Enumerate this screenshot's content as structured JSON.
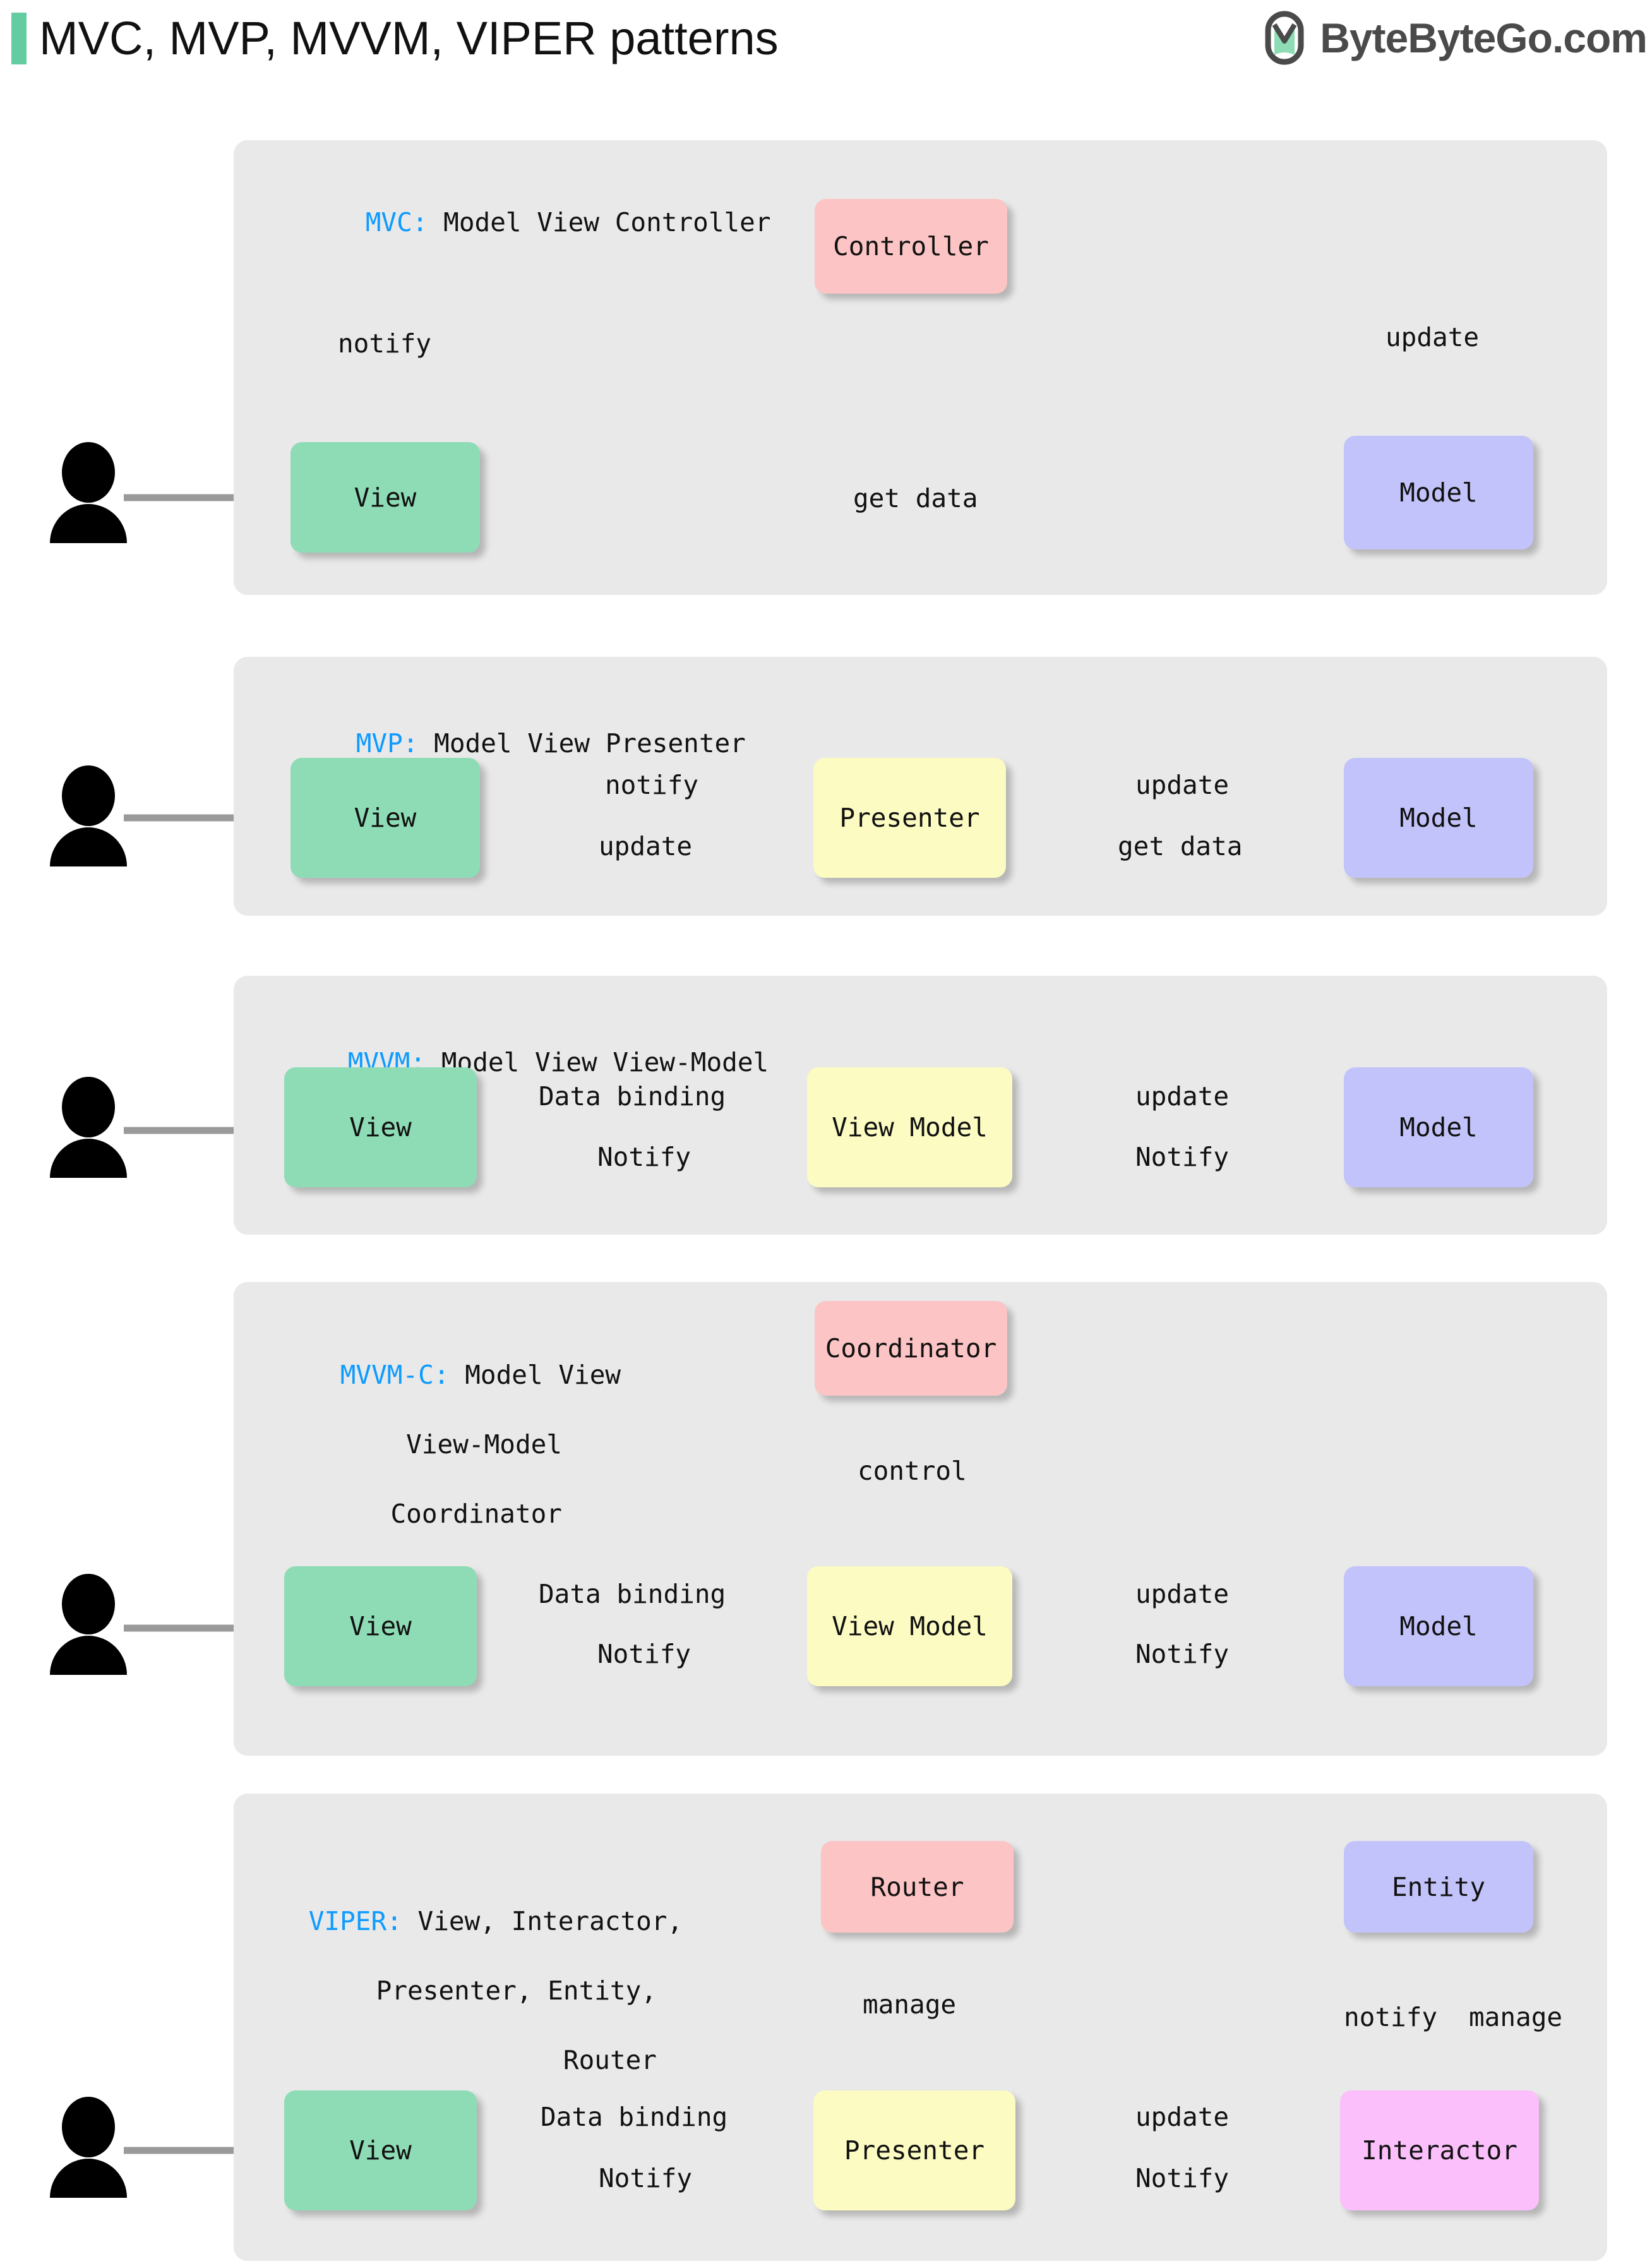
{
  "header": {
    "title": "MVC, MVP, MVVM, VIPER patterns",
    "brand": "ByteByteGo.com",
    "accent_color": "#63CCA0",
    "logo_icon": "bytebytego-logo-icon"
  },
  "colors": {
    "panel_bg": "#E9E9E9",
    "view": "#8EDCB5",
    "model": "#C3C3FB",
    "controller": "#FCC4C4",
    "presenter": "#FBFBC2",
    "interactor": "#FBBFFB",
    "arrow": "#9A9A9A",
    "key_text": "#0E9BFF"
  },
  "sections": [
    {
      "id": "mvc",
      "key": "MVC:",
      "title": " Model View Controller",
      "nodes": [
        {
          "id": "view",
          "label": "View"
        },
        {
          "id": "controller",
          "label": "Controller"
        },
        {
          "id": "model",
          "label": "Model"
        }
      ],
      "edges": [
        {
          "from": "user",
          "to": "view",
          "label": "",
          "style": "solid"
        },
        {
          "from": "view",
          "to": "controller",
          "label": "notify",
          "style": "solid"
        },
        {
          "from": "controller",
          "to": "model",
          "label": "update",
          "style": "solid"
        },
        {
          "from": "model",
          "to": "view",
          "label": "get data",
          "style": "solid"
        }
      ]
    },
    {
      "id": "mvp",
      "key": "MVP:",
      "title": " Model View Presenter",
      "nodes": [
        {
          "id": "view",
          "label": "View"
        },
        {
          "id": "presenter",
          "label": "Presenter"
        },
        {
          "id": "model",
          "label": "Model"
        }
      ],
      "edges": [
        {
          "from": "user",
          "to": "view",
          "label": "",
          "style": "solid"
        },
        {
          "from": "view",
          "to": "presenter",
          "label": "notify",
          "style": "solid"
        },
        {
          "from": "presenter",
          "to": "view",
          "label": "update",
          "style": "solid"
        },
        {
          "from": "presenter",
          "to": "model",
          "label": "update",
          "style": "solid"
        },
        {
          "from": "model",
          "to": "presenter",
          "label": "get data",
          "style": "solid"
        }
      ]
    },
    {
      "id": "mvvm",
      "key": "MVVM:",
      "title": " Model View View-Model",
      "nodes": [
        {
          "id": "view",
          "label": "View"
        },
        {
          "id": "view_model",
          "label": "View Model"
        },
        {
          "id": "model",
          "label": "Model"
        }
      ],
      "edges": [
        {
          "from": "user",
          "to": "view",
          "label": "",
          "style": "solid"
        },
        {
          "from": "view",
          "to": "view_model",
          "label": "Data binding",
          "style": "solid"
        },
        {
          "from": "view_model",
          "to": "view",
          "label": "Notify",
          "style": "dashed"
        },
        {
          "from": "view_model",
          "to": "model",
          "label": "update",
          "style": "solid"
        },
        {
          "from": "model",
          "to": "view_model",
          "label": "Notify",
          "style": "dashed"
        }
      ]
    },
    {
      "id": "mvvmc",
      "key": "MVVM-C:",
      "title_lines": [
        " Model View",
        "View-Model",
        "Coordinator"
      ],
      "nodes": [
        {
          "id": "coordinator",
          "label": "Coordinator"
        },
        {
          "id": "view",
          "label": "View"
        },
        {
          "id": "view_model",
          "label": "View Model"
        },
        {
          "id": "model",
          "label": "Model"
        }
      ],
      "edges": [
        {
          "from": "coordinator",
          "to": "view_model",
          "label": "control",
          "style": "solid"
        },
        {
          "from": "user",
          "to": "view",
          "label": "",
          "style": "solid"
        },
        {
          "from": "view",
          "to": "view_model",
          "label": "Data binding",
          "style": "solid"
        },
        {
          "from": "view_model",
          "to": "view",
          "label": "Notify",
          "style": "dashed"
        },
        {
          "from": "view_model",
          "to": "model",
          "label": "update",
          "style": "solid"
        },
        {
          "from": "model",
          "to": "view_model",
          "label": "Notify",
          "style": "dashed"
        }
      ],
      "grouped": true
    },
    {
      "id": "viper",
      "key": "VIPER:",
      "title_lines": [
        " View, Interactor,",
        "Presenter, Entity,",
        "Router"
      ],
      "nodes": [
        {
          "id": "router",
          "label": "Router"
        },
        {
          "id": "entity",
          "label": "Entity"
        },
        {
          "id": "view",
          "label": "View"
        },
        {
          "id": "presenter",
          "label": "Presenter"
        },
        {
          "id": "interactor",
          "label": "Interactor"
        }
      ],
      "edges": [
        {
          "from": "router",
          "to": "presenter",
          "label": "manage",
          "style": "solid"
        },
        {
          "from": "entity",
          "to": "interactor",
          "label": "notify",
          "style": "solid"
        },
        {
          "from": "interactor",
          "to": "entity",
          "label": "manage",
          "style": "solid"
        },
        {
          "from": "user",
          "to": "view",
          "label": "",
          "style": "solid"
        },
        {
          "from": "view",
          "to": "presenter",
          "label": "Data binding",
          "style": "solid"
        },
        {
          "from": "presenter",
          "to": "view",
          "label": "Notify",
          "style": "dashed"
        },
        {
          "from": "presenter",
          "to": "interactor",
          "label": "update",
          "style": "solid"
        },
        {
          "from": "interactor",
          "to": "presenter",
          "label": "Notify",
          "style": "dashed"
        }
      ]
    }
  ],
  "labels": {
    "mvc": {
      "view": "View",
      "controller": "Controller",
      "model": "Model",
      "notify": "notify",
      "update": "update",
      "get_data": "get data"
    },
    "mvp": {
      "view": "View",
      "presenter": "Presenter",
      "model": "Model",
      "notify": "notify",
      "update_left": "update",
      "update_right": "update",
      "get_data": "get data"
    },
    "mvvm": {
      "view": "View",
      "view_model": "View Model",
      "model": "Model",
      "data_binding": "Data binding",
      "notify_left": "Notify",
      "update": "update",
      "notify_right": "Notify"
    },
    "mvvmc": {
      "coordinator": "Coordinator",
      "control": "control",
      "view": "View",
      "view_model": "View Model",
      "model": "Model",
      "data_binding": "Data binding",
      "notify_left": "Notify",
      "update": "update",
      "notify_right": "Notify"
    },
    "viper": {
      "router": "Router",
      "entity": "Entity",
      "manage_router": "manage",
      "notify_entity": "notify",
      "manage_entity": "manage",
      "view": "View",
      "presenter": "Presenter",
      "interactor": "Interactor",
      "data_binding": "Data binding",
      "notify_left": "Notify",
      "update": "update",
      "notify_right": "Notify"
    }
  },
  "actors": {
    "icon": "user-person-icon",
    "count": 5
  }
}
